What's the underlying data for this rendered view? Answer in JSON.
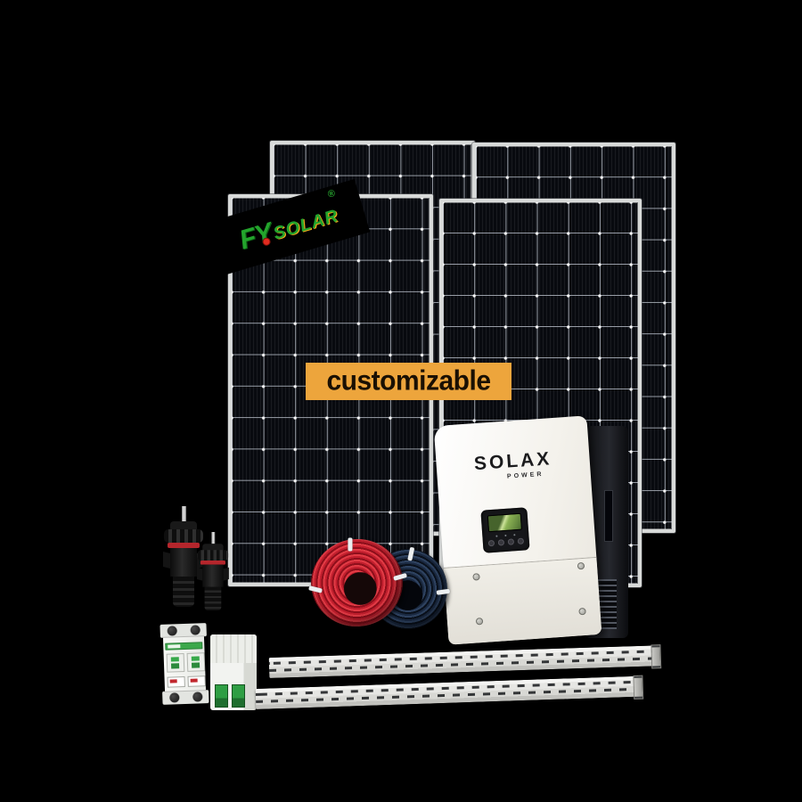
{
  "scene": {
    "type": "solar-power-kit-product-collage",
    "background": "#000000"
  },
  "brand_flag": {
    "fy": "FY",
    "solar": "SOLAR",
    "registered": "®",
    "green": "#23a42c",
    "orange": "#f2a71b",
    "red_dot": "#e02b20",
    "background": "#000000"
  },
  "banner": {
    "label": "customizable",
    "background": "#eda53c",
    "text_color": "#1a1003"
  },
  "inverter": {
    "brand": "SOLAX",
    "brand_sub": "POWER",
    "body_color": "#f4f2ec",
    "bracket_color": "#17181c",
    "lcd_color": "#8bb254"
  },
  "components": {
    "solar_panels": {
      "count": 4,
      "cell_columns": 6,
      "cell_rows": 12,
      "cell_color": "#080a0f",
      "frame_color": "#d8dad9",
      "grid_line_color": "#bac1cb"
    },
    "mc4_connectors": {
      "count": 2,
      "body_color": "#161616",
      "ring_color": "#b5262c"
    },
    "cable_coils": [
      {
        "name": "red-pv-cable",
        "color": "#c21f2e"
      },
      {
        "name": "blue-pv-cable",
        "color": "#1b2a42"
      }
    ],
    "circuit_breakers": {
      "count": 2,
      "body_color": "#f2f3f0",
      "accent_color": "#2f9e44"
    },
    "mounting_rails": {
      "count": 2,
      "color": "#d8d8d4",
      "slot_color": "#2b2d2f"
    }
  }
}
